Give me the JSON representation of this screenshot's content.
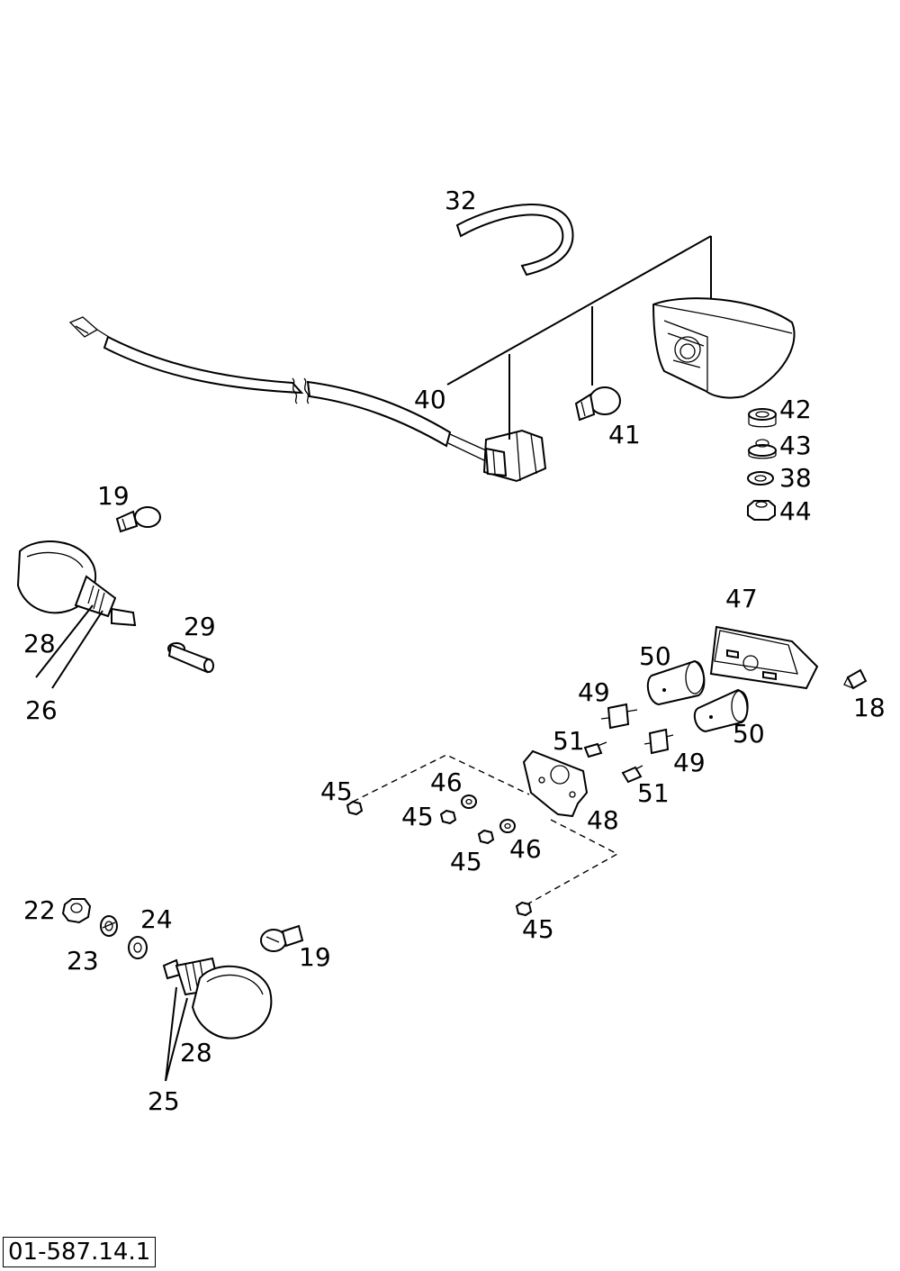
{
  "drawing_number": "01-587.14.1",
  "callouts": [
    {
      "id": "c32a",
      "text": "32"
    },
    {
      "id": "c40",
      "text": "40"
    },
    {
      "id": "c41",
      "text": "41"
    },
    {
      "id": "c42",
      "text": "42"
    },
    {
      "id": "c43",
      "text": "43"
    },
    {
      "id": "c38",
      "text": "38"
    },
    {
      "id": "c44",
      "text": "44"
    },
    {
      "id": "c19a",
      "text": "19"
    },
    {
      "id": "c29",
      "text": "29"
    },
    {
      "id": "c28a",
      "text": "28"
    },
    {
      "id": "c26",
      "text": "26"
    },
    {
      "id": "c47",
      "text": "47"
    },
    {
      "id": "c50a",
      "text": "50"
    },
    {
      "id": "c49a",
      "text": "49"
    },
    {
      "id": "c18",
      "text": "18"
    },
    {
      "id": "c50b",
      "text": "50"
    },
    {
      "id": "c51a",
      "text": "51"
    },
    {
      "id": "c49b",
      "text": "49"
    },
    {
      "id": "c45a",
      "text": "45"
    },
    {
      "id": "c46a",
      "text": "46"
    },
    {
      "id": "c45b",
      "text": "45"
    },
    {
      "id": "c51b",
      "text": "51"
    },
    {
      "id": "c48",
      "text": "48"
    },
    {
      "id": "c46b",
      "text": "46"
    },
    {
      "id": "c45c",
      "text": "45"
    },
    {
      "id": "c22",
      "text": "22"
    },
    {
      "id": "c24",
      "text": "24"
    },
    {
      "id": "c23",
      "text": "23"
    },
    {
      "id": "c19b",
      "text": "19"
    },
    {
      "id": "c45d",
      "text": "45"
    },
    {
      "id": "c28b",
      "text": "28"
    },
    {
      "id": "c25",
      "text": "25"
    }
  ]
}
